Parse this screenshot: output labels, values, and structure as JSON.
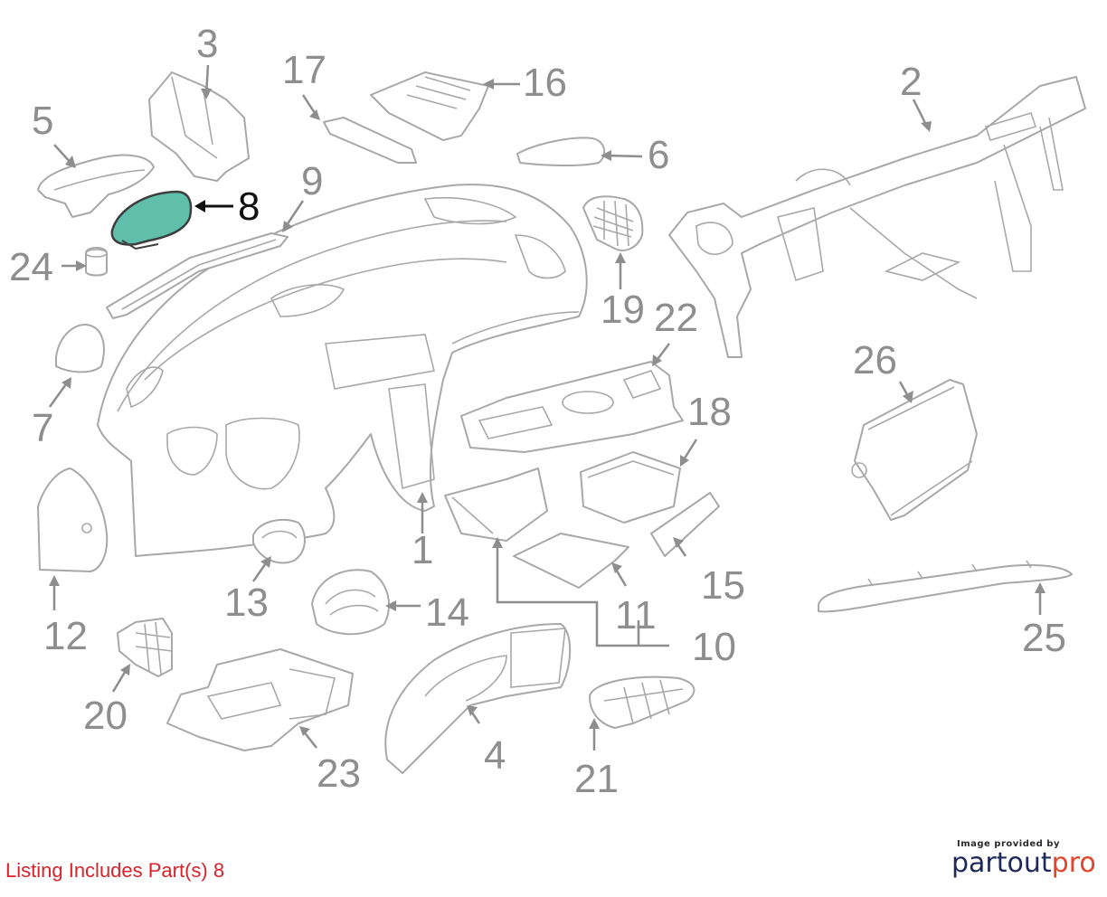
{
  "diagram": {
    "highlighted_part": "8",
    "highlight_color": "#5fbfab",
    "line_color": "#a8a8a8",
    "callouts": [
      {
        "id": "c1",
        "label": "1"
      },
      {
        "id": "c2",
        "label": "2"
      },
      {
        "id": "c3",
        "label": "3"
      },
      {
        "id": "c4",
        "label": "4"
      },
      {
        "id": "c5",
        "label": "5"
      },
      {
        "id": "c6",
        "label": "6"
      },
      {
        "id": "c7",
        "label": "7"
      },
      {
        "id": "c8",
        "label": "8"
      },
      {
        "id": "c9",
        "label": "9"
      },
      {
        "id": "c10",
        "label": "10"
      },
      {
        "id": "c11",
        "label": "11"
      },
      {
        "id": "c12",
        "label": "12"
      },
      {
        "id": "c13",
        "label": "13"
      },
      {
        "id": "c14",
        "label": "14"
      },
      {
        "id": "c15",
        "label": "15"
      },
      {
        "id": "c16",
        "label": "16"
      },
      {
        "id": "c17",
        "label": "17"
      },
      {
        "id": "c18",
        "label": "18"
      },
      {
        "id": "c19",
        "label": "19"
      },
      {
        "id": "c20",
        "label": "20"
      },
      {
        "id": "c21",
        "label": "21"
      },
      {
        "id": "c22",
        "label": "22"
      },
      {
        "id": "c23",
        "label": "23"
      },
      {
        "id": "c24",
        "label": "24"
      },
      {
        "id": "c25",
        "label": "25"
      },
      {
        "id": "c26",
        "label": "26"
      }
    ]
  },
  "footer": {
    "listing_text": "Listing Includes Part(s) 8",
    "listing_color": "#d8232a",
    "provider_caption": "Image provided by",
    "provider_logo_part1": "partout",
    "provider_logo_part2": "pro"
  }
}
